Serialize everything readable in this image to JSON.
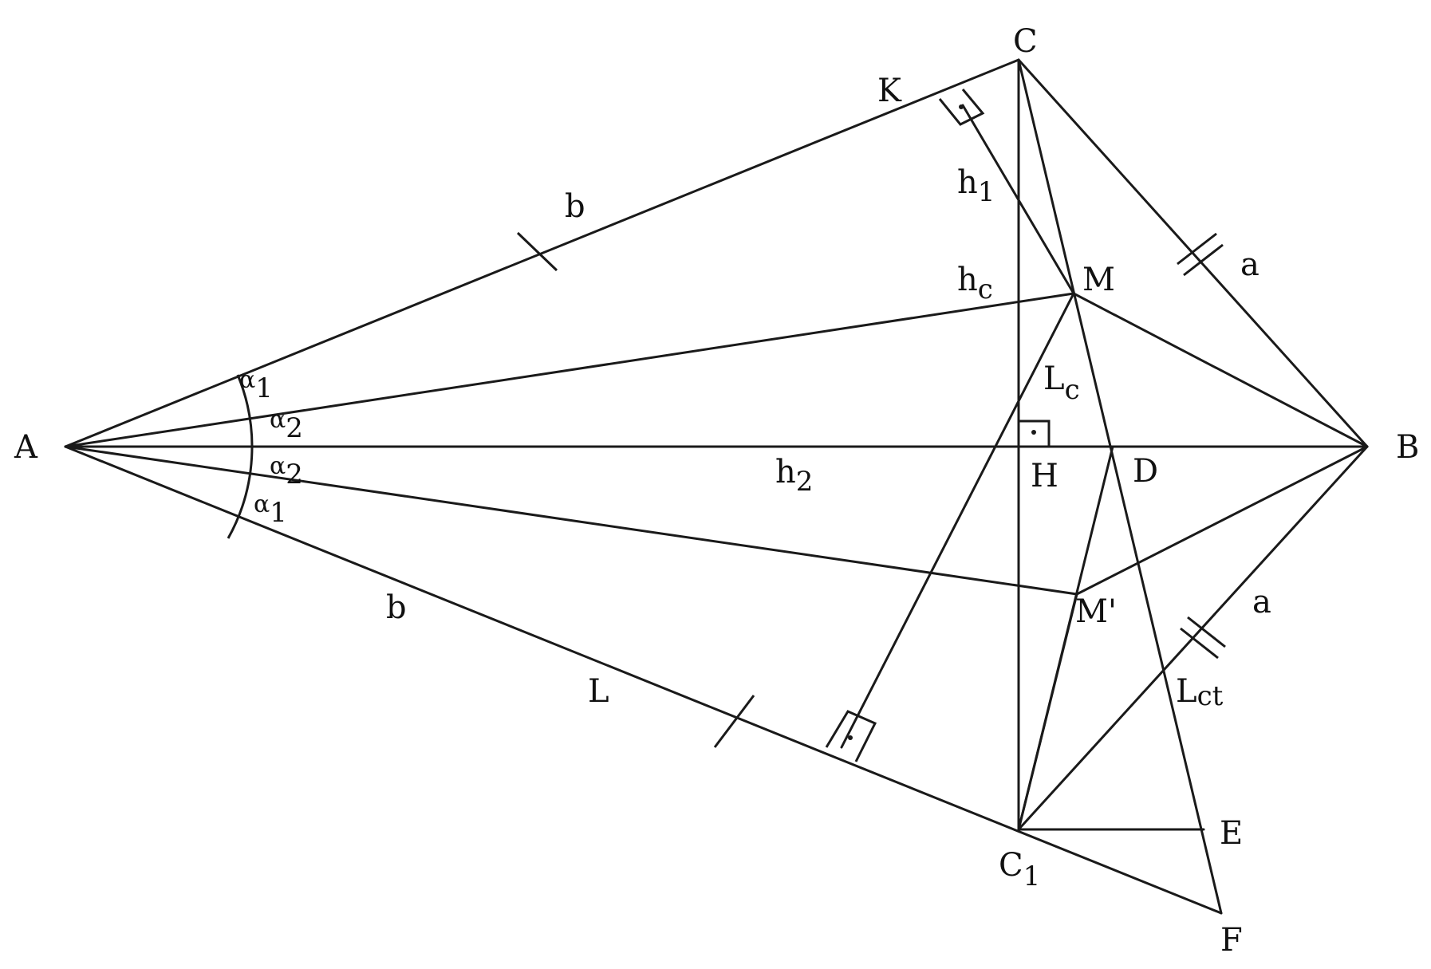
{
  "colors": {
    "stroke": "#1a1a1a",
    "text": "#111111",
    "background": "#ffffff"
  },
  "labels": {
    "A": "A",
    "B": "B",
    "C": "C",
    "C1_base": "C",
    "C1_sub": "1",
    "K": "K",
    "M": "M",
    "M_prime": "M'",
    "H": "H",
    "D": "D",
    "E": "E",
    "F": "F",
    "a_top": "a",
    "a_bottom": "a",
    "b_top": "b",
    "b_bottom": "b",
    "L": "L",
    "h1_base": "h",
    "h1_sub": "1",
    "hc_base": "h",
    "hc_sub": "c",
    "h2_base": "h",
    "h2_sub": "2",
    "Lc_base": "L",
    "Lc_sub": "c",
    "Lct_base": "L",
    "Lct_sub": "ct",
    "alpha1_top_base": "α",
    "alpha1_top_sub": "1",
    "alpha2_top_base": "α",
    "alpha2_top_sub": "2",
    "alpha2_bottom_base": "α",
    "alpha2_bottom_sub": "2",
    "alpha1_bottom_base": "α",
    "alpha1_bottom_sub": "1",
    "right_angle_marks": [
      "K",
      "H",
      "L"
    ]
  }
}
